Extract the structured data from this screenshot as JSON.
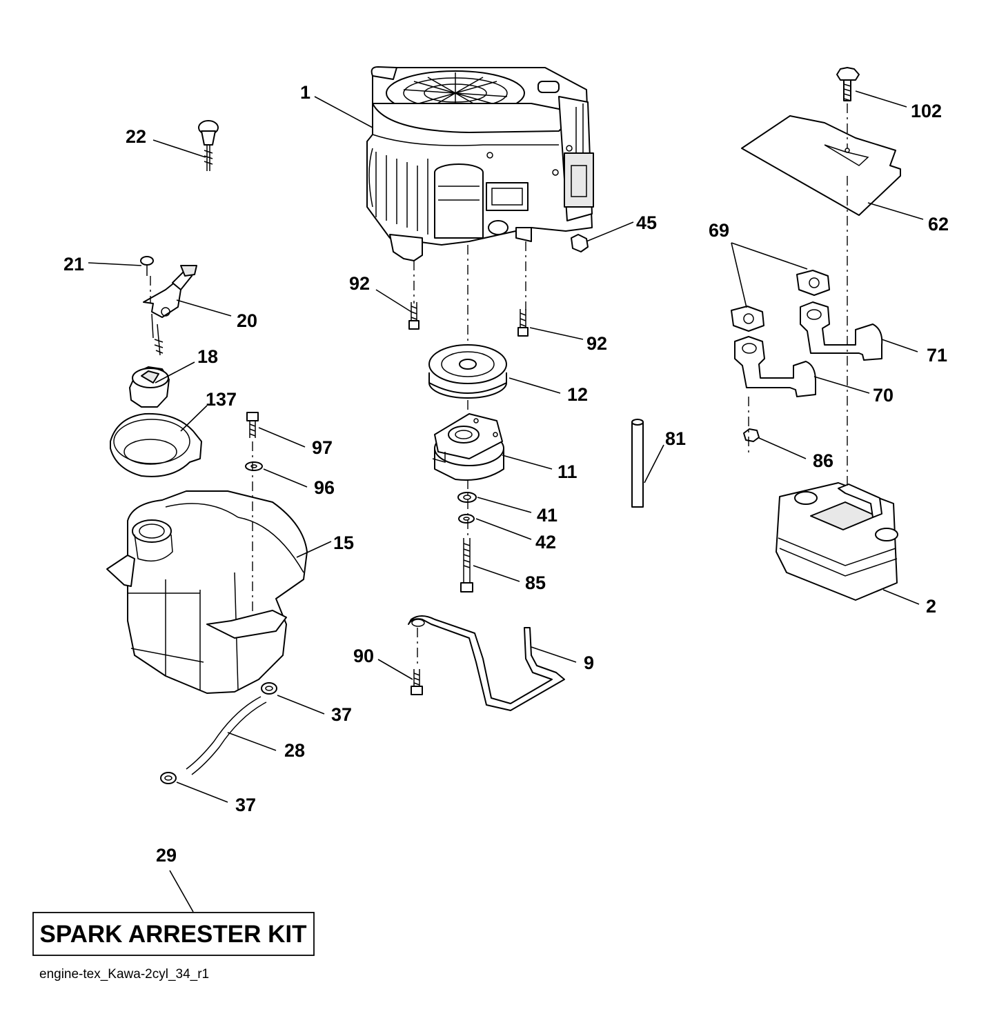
{
  "callouts": {
    "c1": "1",
    "c102": "102",
    "c22": "22",
    "c62": "62",
    "c45": "45",
    "c69": "69",
    "c21": "21",
    "c92a": "92",
    "c20": "20",
    "c92b": "92",
    "c71": "71",
    "c18": "18",
    "c12": "12",
    "c70": "70",
    "c137": "137",
    "c81": "81",
    "c97": "97",
    "c86": "86",
    "c11": "11",
    "c96": "96",
    "c41": "41",
    "c15": "15",
    "c42": "42",
    "c85": "85",
    "c2": "2",
    "c90": "90",
    "c9": "9",
    "c37a": "37",
    "c28": "28",
    "c37b": "37",
    "c29": "29"
  },
  "kit_label": "SPARK ARRESTER KIT",
  "file_name": "engine-tex_Kawa-2cyl_34_r1"
}
